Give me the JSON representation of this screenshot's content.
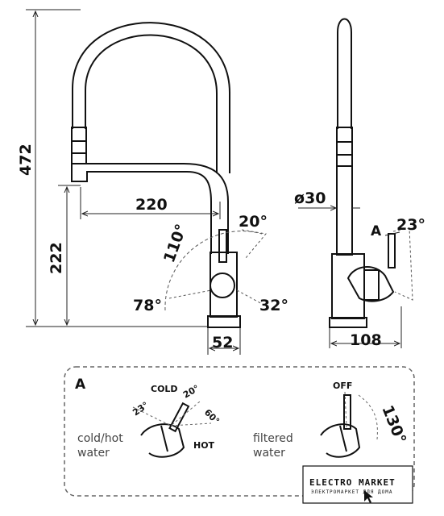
{
  "dimensions": {
    "total_height": "472",
    "spout_height": "222",
    "spout_reach": "220",
    "swivel_angle": "110°",
    "handle_angle_top": "20°",
    "handle_angle_low": "78°",
    "handle_angle_right": "32°",
    "base_width": "52",
    "diameter": "ø30",
    "side_angle": "23°",
    "side_depth": "108",
    "detail_marker": "A"
  },
  "detail": {
    "label": "A",
    "cold_label": "COLD",
    "hot_label": "HOT",
    "off_label": "OFF",
    "angle_23": "23°",
    "angle_20": "20°",
    "angle_60": "60°",
    "angle_130": "130°",
    "cold_hot_line1": "cold/hot",
    "cold_hot_line2": "water",
    "filtered_line1": "filtered",
    "filtered_line2": "water"
  },
  "watermark": {
    "title": "ELECTRO MARKET",
    "subtitle": "ЭЛЕКТРОМАРКЕТ ДЛЯ ДОМА"
  }
}
